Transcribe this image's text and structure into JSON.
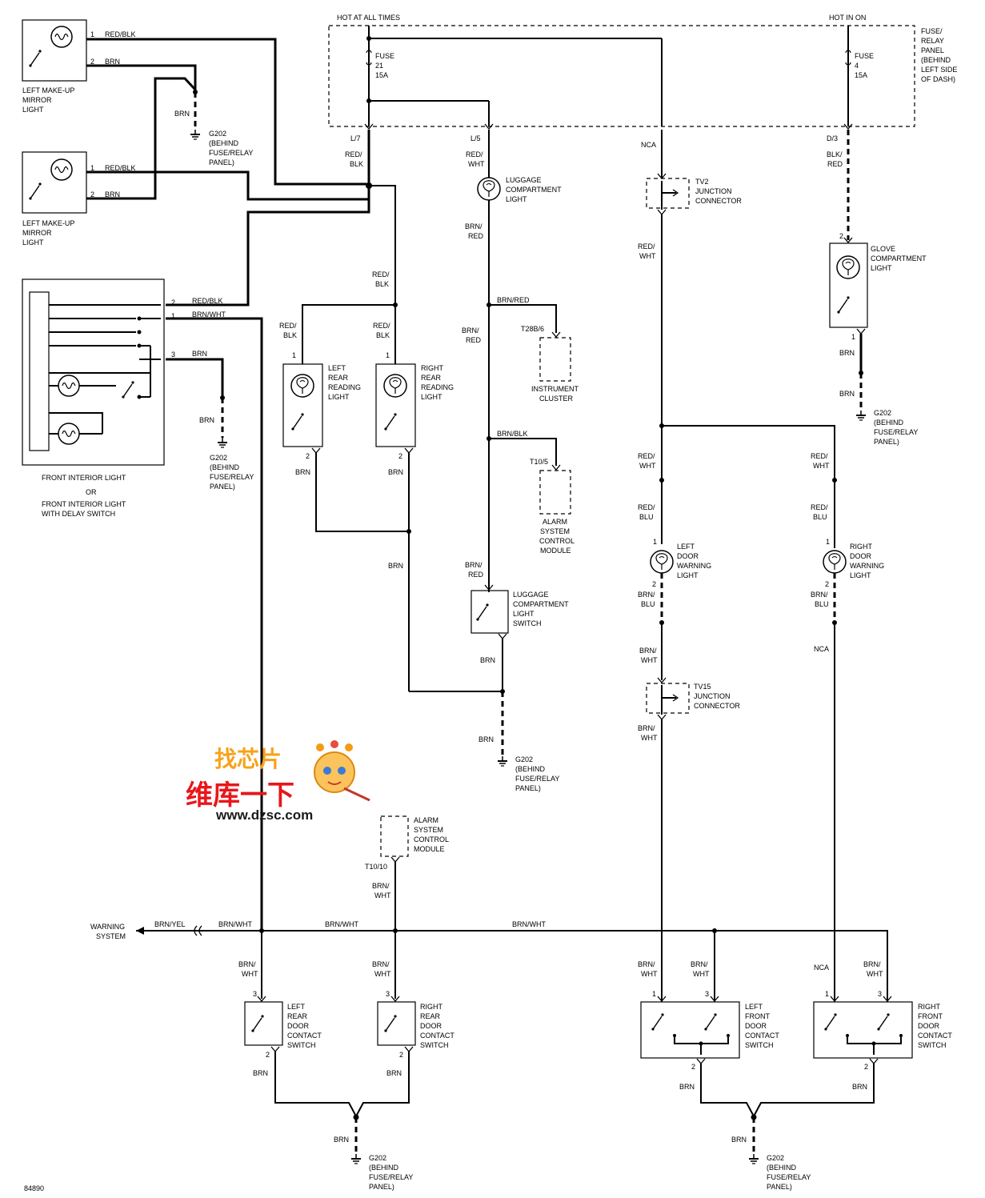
{
  "labels": {
    "hot_at_all_times": "HOT AT ALL TIMES",
    "hot_in_on": "HOT IN ON",
    "fuse_panel": [
      "FUSE/",
      "RELAY",
      "PANEL",
      "(BEHIND",
      "LEFT SIDE",
      "OF DASH)"
    ],
    "nca": "NCA",
    "figure_number": "84890"
  },
  "fuses": {
    "f21": [
      "FUSE",
      "21",
      "15A"
    ],
    "f4": [
      "FUSE",
      "4",
      "15A"
    ]
  },
  "terminals": {
    "l7": "L/7",
    "l5": "L/5",
    "d3": "D/3"
  },
  "pins": {
    "p1": "1",
    "p2": "2",
    "p3": "3"
  },
  "wires": {
    "red_blk": "RED/BLK",
    "brn": "BRN",
    "brn_wht": "BRN/WHT",
    "brn_red": "BRN/RED",
    "brn_blk": "BRN/BLK",
    "brn_yel": "BRN/YEL",
    "red_split": "RED/",
    "brn_split": "BRN/",
    "blk_split": "BLK/",
    "blk": "BLK",
    "blk_pipe": "BLK",
    "wht": "WHT",
    "red": "RED",
    "blu": "BLU"
  },
  "connectors": {
    "t28b6": "T28B/6",
    "t105": "T10/5",
    "t1010": "T10/10"
  },
  "grounds": {
    "g202": [
      "G202",
      "(BEHIND",
      "FUSE/RELAY",
      "PANEL)"
    ]
  },
  "components": {
    "mirror_light_1": [
      "LEFT MAKE-UP",
      "MIRROR",
      "LIGHT"
    ],
    "mirror_light_2": [
      "LEFT MAKE-UP",
      "MIRROR",
      "LIGHT"
    ],
    "front_interior": [
      "FRONT INTERIOR LIGHT",
      "OR",
      "FRONT INTERIOR LIGHT",
      "WITH DELAY SWITCH"
    ],
    "left_rear_reading": [
      "LEFT",
      "REAR",
      "READING",
      "LIGHT"
    ],
    "right_rear_reading": [
      "RIGHT",
      "REAR",
      "READING",
      "LIGHT"
    ],
    "luggage_light": [
      "LUGGAGE",
      "COMPARTMENT",
      "LIGHT"
    ],
    "instrument_cluster": [
      "INSTRUMENT",
      "CLUSTER"
    ],
    "alarm_module": [
      "ALARM",
      "SYSTEM",
      "CONTROL",
      "MODULE"
    ],
    "luggage_switch": [
      "LUGGAGE",
      "COMPARTMENT",
      "LIGHT",
      "SWITCH"
    ],
    "tv2": [
      "TV2",
      "JUNCTION",
      "CONNECTOR"
    ],
    "tv15": [
      "TV15",
      "JUNCTION",
      "CONNECTOR"
    ],
    "left_door_warning": [
      "LEFT",
      "DOOR",
      "WARNING",
      "LIGHT"
    ],
    "right_door_warning": [
      "RIGHT",
      "DOOR",
      "WARNING",
      "LIGHT"
    ],
    "glove_light": [
      "GLOVE",
      "COMPARTMENT",
      "LIGHT"
    ],
    "warning_system": [
      "WARNING",
      "SYSTEM"
    ],
    "left_rear_door": [
      "LEFT",
      "REAR",
      "DOOR",
      "CONTACT",
      "SWITCH"
    ],
    "right_rear_door": [
      "RIGHT",
      "REAR",
      "DOOR",
      "CONTACT",
      "SWITCH"
    ],
    "left_front_door": [
      "LEFT",
      "FRONT",
      "DOOR",
      "CONTACT",
      "SWITCH"
    ],
    "right_front_door": [
      "RIGHT",
      "FRONT",
      "DOOR",
      "CONTACT",
      "SWITCH"
    ]
  },
  "watermark": {
    "top": "找芯片",
    "middle": "维库一下",
    "url": "www.dzsc.com"
  }
}
